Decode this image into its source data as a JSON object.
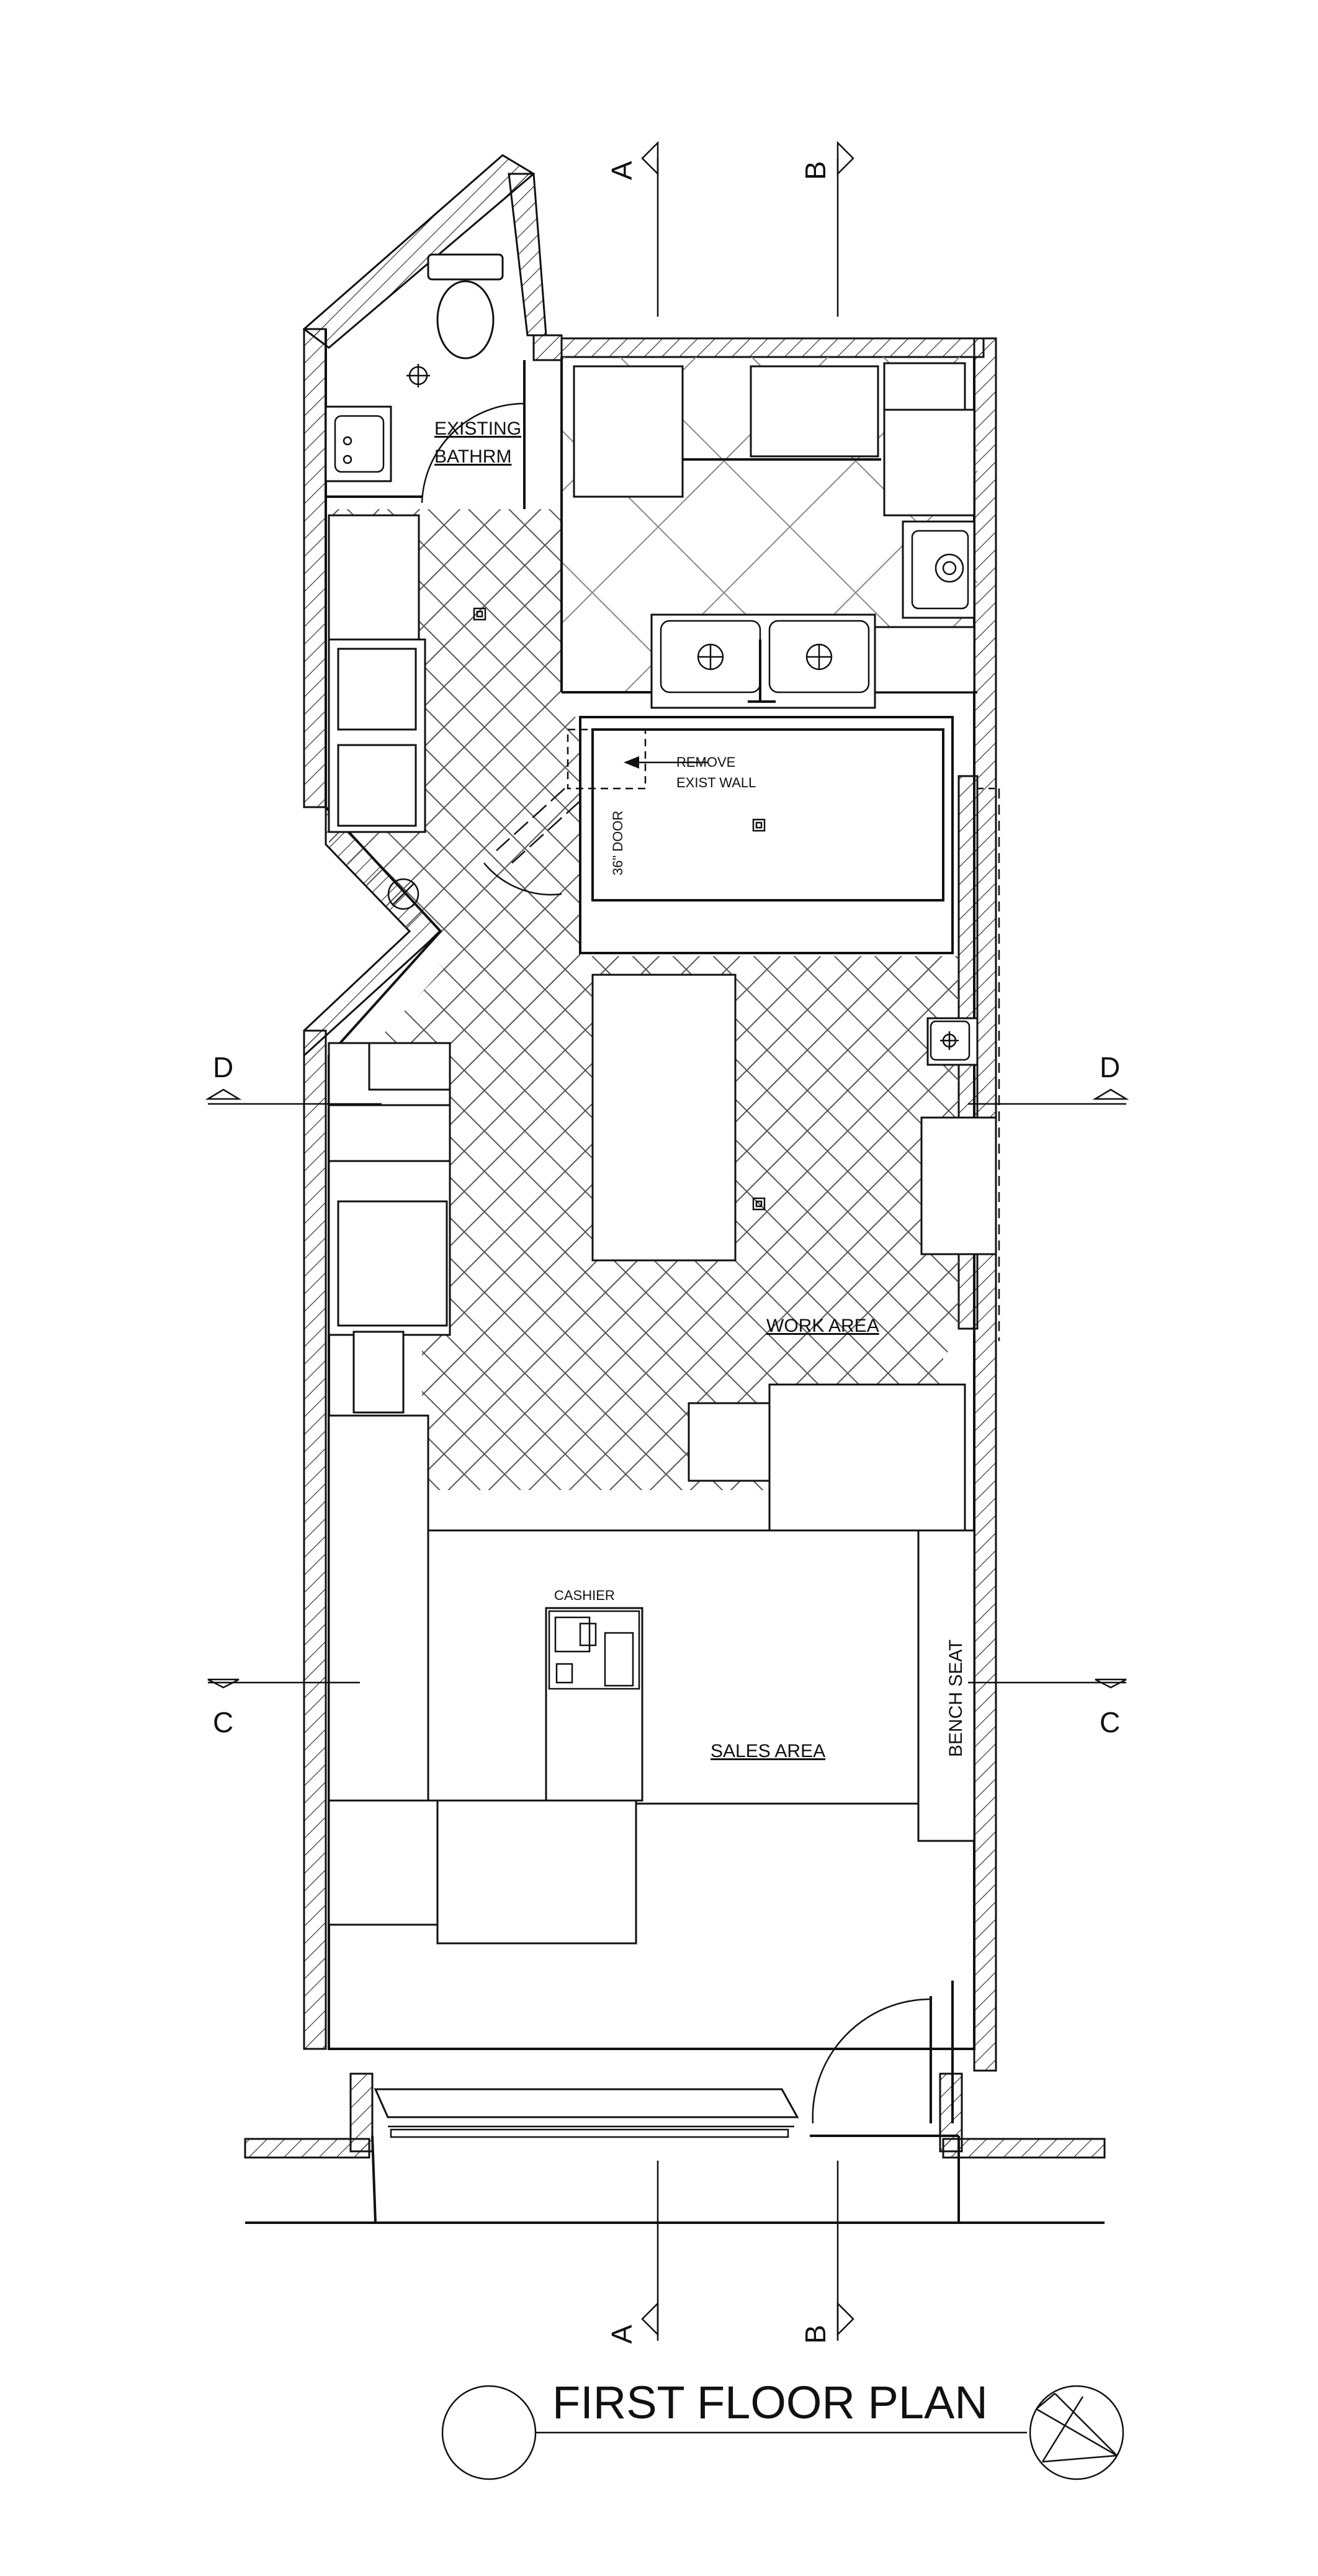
{
  "title": "FIRST FLOOR PLAN",
  "rooms": {
    "bathroom_line1": "EXISTING",
    "bathroom_line2": "BATHRM",
    "work_area": "WORK AREA",
    "sales_area": "SALES AREA",
    "cashier": "CASHIER",
    "bench_seat": "BENCH SEAT"
  },
  "notes": {
    "remove_line1": "REMOVE",
    "remove_line2": "EXIST WALL",
    "door": "36\" DOOR"
  },
  "section_markers": {
    "a": "A",
    "b": "B",
    "c": "C",
    "d": "D"
  },
  "colors": {
    "line": "#111111",
    "background": "#ffffff"
  }
}
